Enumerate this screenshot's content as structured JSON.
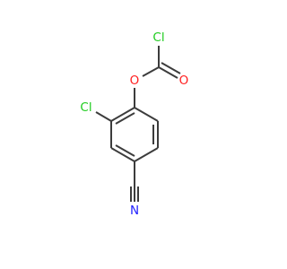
{
  "molecule": {
    "colors": {
      "bond": "#3c3c3c",
      "chlorine": "#1fcc1f",
      "oxygen": "#ff1f1f",
      "nitrogen": "#2020ff"
    },
    "atoms": {
      "acyl_chlorine": {
        "label": "Cl",
        "element": "Cl"
      },
      "ester_oxygen": {
        "label": "O",
        "element": "O"
      },
      "carbonyl_oxygen": {
        "label": "O",
        "element": "O"
      },
      "ring_chlorine": {
        "label": "Cl",
        "element": "Cl"
      },
      "nitrile_nitrogen": {
        "label": "N",
        "element": "N"
      }
    }
  }
}
